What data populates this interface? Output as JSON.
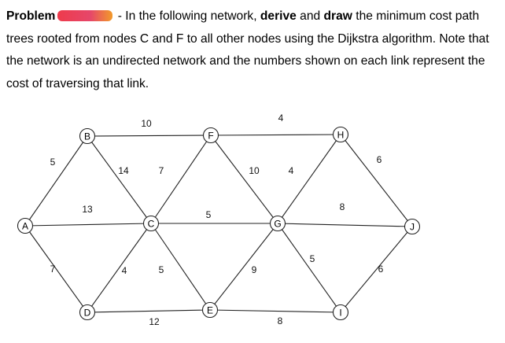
{
  "problem": {
    "label": "Problem",
    "t1": "- In the following network, ",
    "b1": "derive",
    "t2": " and ",
    "b2": "draw",
    "t3": " the minimum cost path trees rooted from nodes C and F to all other nodes using the Dijkstra algorithm. Note that the network is an undirected network and the numbers shown on each link represent the cost of traversing that link."
  },
  "graph": {
    "nodes": [
      "A",
      "B",
      "C",
      "D",
      "E",
      "F",
      "G",
      "H",
      "I",
      "J"
    ],
    "edges": [
      {
        "a": "B",
        "b": "F",
        "cost": "10"
      },
      {
        "a": "F",
        "b": "H",
        "cost": "4"
      },
      {
        "a": "A",
        "b": "B",
        "cost": "5"
      },
      {
        "a": "B",
        "b": "C",
        "cost": "14"
      },
      {
        "a": "C",
        "b": "F",
        "cost": "7"
      },
      {
        "a": "F",
        "b": "G",
        "cost": "10"
      },
      {
        "a": "G",
        "b": "H",
        "cost": "4"
      },
      {
        "a": "H",
        "b": "J",
        "cost": "6"
      },
      {
        "a": "A",
        "b": "C",
        "cost": "13"
      },
      {
        "a": "C",
        "b": "G",
        "cost": "5"
      },
      {
        "a": "G",
        "b": "J",
        "cost": "8"
      },
      {
        "a": "A",
        "b": "D",
        "cost": "7"
      },
      {
        "a": "D",
        "b": "C",
        "cost": "4"
      },
      {
        "a": "C",
        "b": "E",
        "cost": "5"
      },
      {
        "a": "E",
        "b": "G",
        "cost": "9"
      },
      {
        "a": "G",
        "b": "I",
        "cost": "5"
      },
      {
        "a": "I",
        "b": "J",
        "cost": "6"
      },
      {
        "a": "D",
        "b": "E",
        "cost": "12"
      },
      {
        "a": "E",
        "b": "I",
        "cost": "8"
      }
    ]
  }
}
